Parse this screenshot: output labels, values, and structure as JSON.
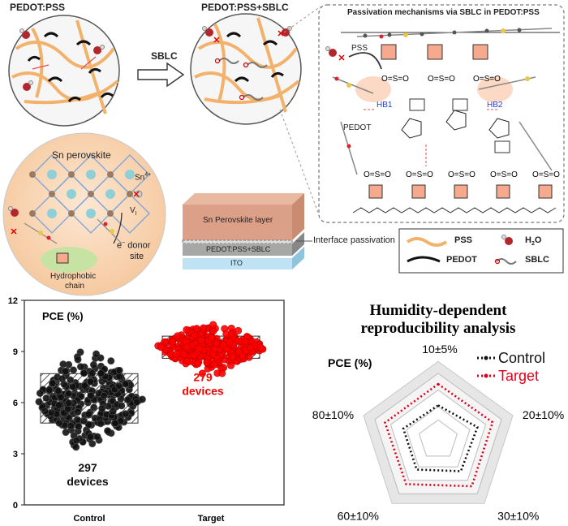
{
  "top_left": {
    "label_pedot_pss": "PEDOT:PSS",
    "label_pedot_pss_sblc": "PEDOT:PSS+SBLC",
    "arrow_label": "SBLC"
  },
  "mechanism": {
    "title": "Passivation mechanisms via SBLC in PEDOT:PSS",
    "pss": "PSS",
    "pedot": "PEDOT",
    "hb1": "HB1",
    "hb2": "HB2"
  },
  "perovskite_circle": {
    "title": "Sn perovskite",
    "sn4": "Sn",
    "sn4_sup": "4+",
    "vi": "V",
    "vi_sub": "I",
    "donor": "e",
    "donor_sup": "−",
    "donor_rest": " donor",
    "site": "site",
    "hydrophobic_1": "Hydrophobic",
    "hydrophobic_2": "chain"
  },
  "device_stack": {
    "layer_perovskite": "Sn Perovskite layer",
    "layer_htl": "PEDOT:PSS+SBLC",
    "layer_ito": "ITO",
    "interface": "Interface passivation"
  },
  "legend": {
    "pss": "PSS",
    "h2o": "H",
    "h2o_sub": "2",
    "h2o_rest": "O",
    "pedot": "PEDOT",
    "sblc": "SBLC"
  },
  "chart_data": [
    {
      "type": "scatter",
      "ylabel": "PCE (%)",
      "ylim": [
        0,
        12
      ],
      "yticks": [
        "0",
        "3",
        "6",
        "9",
        "12"
      ],
      "categories": [
        "Control",
        "Target"
      ],
      "series": [
        {
          "category": "Control",
          "count": "297",
          "count_label": "devices",
          "box_low": 4.8,
          "box_high": 7.7,
          "min": 2.8,
          "max": 9.6,
          "color": "#111111"
        },
        {
          "category": "Target",
          "count": "279",
          "count_label": "devices",
          "box_low": 8.6,
          "box_high": 9.9,
          "min": 7.6,
          "max": 11.1,
          "color": "#ff0000"
        }
      ]
    },
    {
      "type": "radar",
      "title_line1": "Humidity-dependent",
      "title_line2": "reproducibility analysis",
      "ylabel": "PCE (%)",
      "axes": [
        "10±5%",
        "20±10%",
        "30±10%",
        "60±10%",
        "80±10%"
      ],
      "series": [
        {
          "name": "Control",
          "color": "#111111",
          "values": [
            0.52,
            0.62,
            0.58,
            0.55,
            0.55
          ]
        },
        {
          "name": "Target",
          "color": "#e0001a",
          "values": [
            0.84,
            0.86,
            0.86,
            0.82,
            0.84
          ]
        }
      ]
    }
  ]
}
